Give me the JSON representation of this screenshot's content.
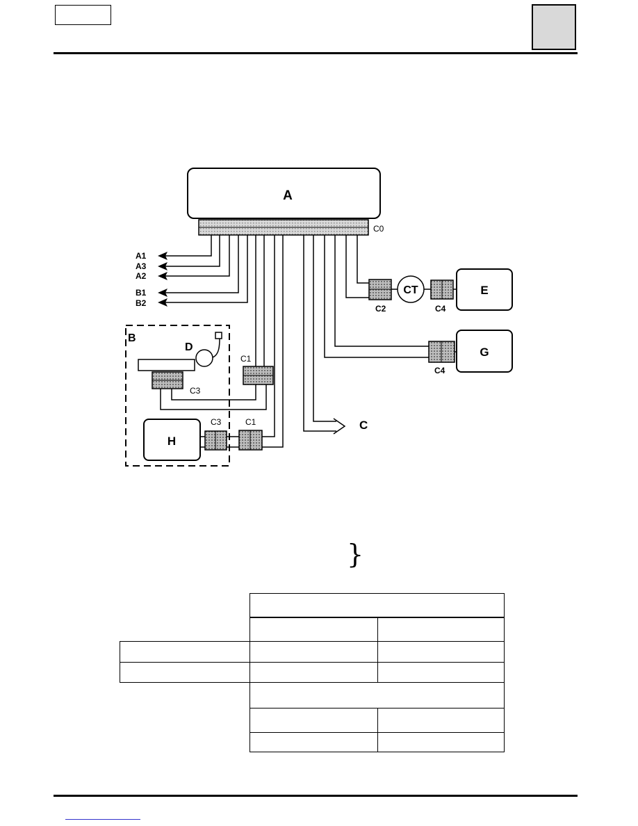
{
  "header": {
    "label_box": "",
    "corner_square": ""
  },
  "diagram": {
    "unit_a": "A",
    "connector_c0": "C0",
    "outputs": [
      "A1",
      "A3",
      "A2",
      "B1",
      "B2"
    ],
    "group_b": "B",
    "component_d": "D",
    "connector_c1_top": "C1",
    "connector_c3_left": "C3",
    "unit_h": "H",
    "connector_c3_h": "C3",
    "connector_c1_h": "C1",
    "output_c": "C",
    "ct_label": "CT",
    "unit_e": "E",
    "connector_c2": "C2",
    "connector_c4_e": "C4",
    "unit_g": "G",
    "connector_c4_g": "C4"
  },
  "table": {
    "rows": [
      {
        "cells": [
          "",
          "",
          ""
        ]
      },
      {
        "cells": [
          "",
          "",
          ""
        ]
      },
      {
        "cells": [
          "",
          ""
        ]
      },
      {
        "cells": [
          "",
          ""
        ]
      }
    ]
  },
  "brace": "}",
  "footer": {
    "link_text": ""
  }
}
